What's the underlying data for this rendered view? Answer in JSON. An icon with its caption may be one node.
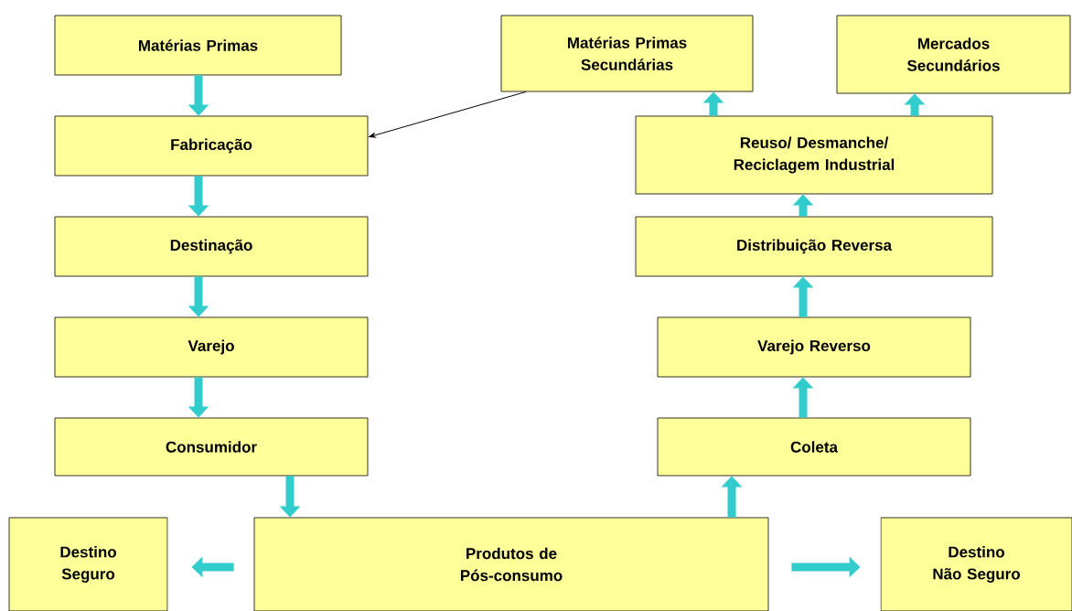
{
  "diagram": {
    "nodes": [
      {
        "text": [
          "Matérias Primas"
        ]
      },
      {
        "text": [
          "Matérias Primas Secundárias"
        ]
      },
      {
        "text": [
          "Mercados Secundários"
        ]
      },
      {
        "text": [
          "Fabricação"
        ]
      },
      {
        "text": [
          "Reuso/ Desmanche/ Reciclagem Industrial"
        ]
      },
      {
        "text": [
          "Destinação"
        ]
      },
      {
        "text": [
          "Distribuição Reversa"
        ]
      },
      {
        "text": [
          "Varejo"
        ]
      },
      {
        "text": [
          "Varejo Reverso"
        ]
      },
      {
        "text": [
          "Consumidor"
        ]
      },
      {
        "text": [
          "Coleta"
        ]
      },
      {
        "text": [
          "Destino Seguro"
        ]
      },
      {
        "text": [
          "Produtos de Pós-consumo"
        ]
      },
      {
        "text": [
          "Destino Não Seguro"
        ]
      }
    ],
    "edges": [
      {
        "from": 0,
        "to": 3,
        "arrow": "to"
      },
      {
        "from": 3,
        "to": 5,
        "arrow": "to"
      },
      {
        "from": 5,
        "to": 7,
        "arrow": "to"
      },
      {
        "from": 7,
        "to": 9,
        "arrow": "to"
      },
      {
        "from": 9,
        "to": 12,
        "arrow": "to"
      },
      {
        "from": 12,
        "to": 10,
        "arrow": "to"
      },
      {
        "from": 10,
        "to": 8,
        "arrow": "to"
      },
      {
        "from": 8,
        "to": 6,
        "arrow": "to"
      },
      {
        "from": 6,
        "to": 4,
        "arrow": "to"
      },
      {
        "from": 4,
        "to": 1,
        "arrow": "to"
      },
      {
        "from": 4,
        "to": 2,
        "arrow": "to"
      },
      {
        "from": 1,
        "to": 3,
        "arrow": "to",
        "color": "#000000"
      },
      {
        "from": 12,
        "to": 11,
        "arrow": "to"
      },
      {
        "from": 12,
        "to": 13,
        "arrow": "to"
      }
    ]
  }
}
